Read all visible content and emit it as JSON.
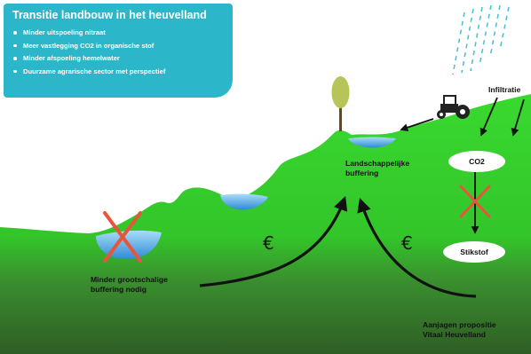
{
  "infobox": {
    "title": "Transitie landbouw in het heuvelland",
    "bullets": [
      "Minder uitspoeling nitraat",
      "Meer vastlegging CO2 in organische stof",
      "Minder afspoeling hemelwater",
      "Duurzame agrarische sector met perspectief"
    ]
  },
  "labels": {
    "infiltration": "Infiltratie",
    "co2": "CO2",
    "nitrogen": "Stikstof",
    "landscape_buffering": [
      "Landschappelijke",
      "buffering"
    ],
    "less_buffering": [
      "Minder grootschalige",
      "buffering nodig"
    ],
    "proposition": [
      "Aanjagen propositie",
      "Vitaal Heuvelland"
    ],
    "euro_symbol": "€"
  },
  "colors": {
    "info_box": "#2bb7c9",
    "grass_light": "#35d42b",
    "grass_dark": "#2f6e28",
    "water": "#3f9fe0",
    "cross": "#e8553a",
    "rain": "#4bc3d4"
  },
  "icons": [
    "tree-icon",
    "tractor-icon",
    "rain-icon",
    "cross-icon",
    "arrow-icon"
  ]
}
